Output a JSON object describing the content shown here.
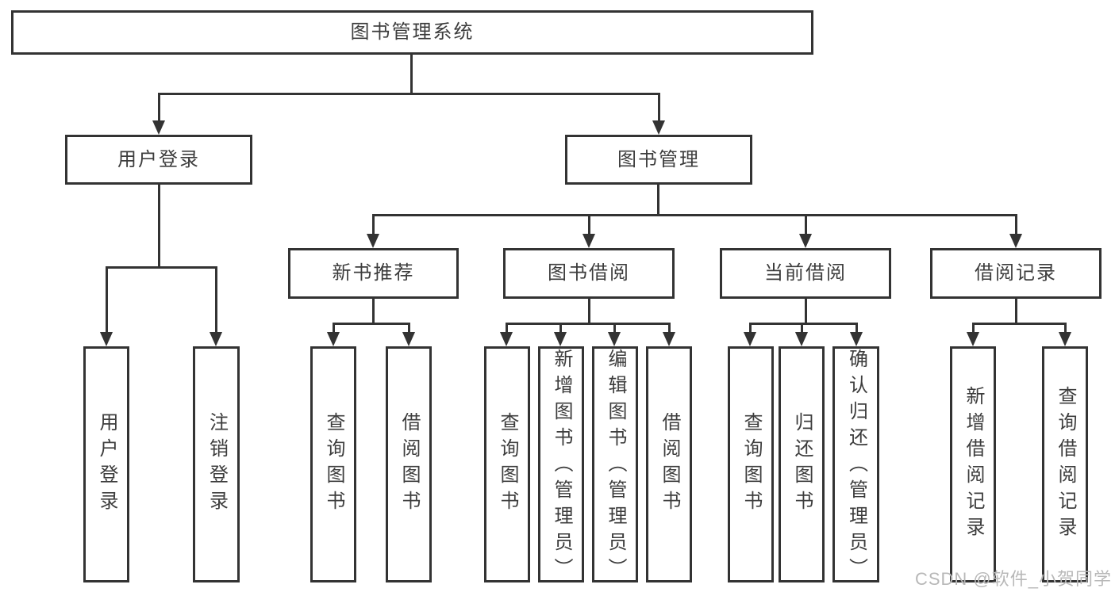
{
  "diagram": {
    "title": "图书管理系统",
    "branches": [
      {
        "label": "用户登录",
        "children": [
          "用户登录",
          "注销登录"
        ]
      },
      {
        "label": "图书管理",
        "groups": [
          {
            "label": "新书推荐",
            "children": [
              "查询图书",
              "借阅图书"
            ]
          },
          {
            "label": "图书借阅",
            "children": [
              "查询图书",
              "新增图书（管理员）",
              "编辑图书（管理员）",
              "借阅图书"
            ]
          },
          {
            "label": "当前借阅",
            "children": [
              "查询图书",
              "归还图书",
              "确认归还（管理员）"
            ]
          },
          {
            "label": "借阅记录",
            "children": [
              "新增借阅记录",
              "查询借阅记录"
            ]
          }
        ]
      }
    ]
  },
  "watermark": {
    "text": "CSDN @软件_小贺同学",
    "color": "#b8b8b8"
  },
  "colors": {
    "line": "#333333",
    "text": "#3d3d3d",
    "background": "#ffffff"
  }
}
